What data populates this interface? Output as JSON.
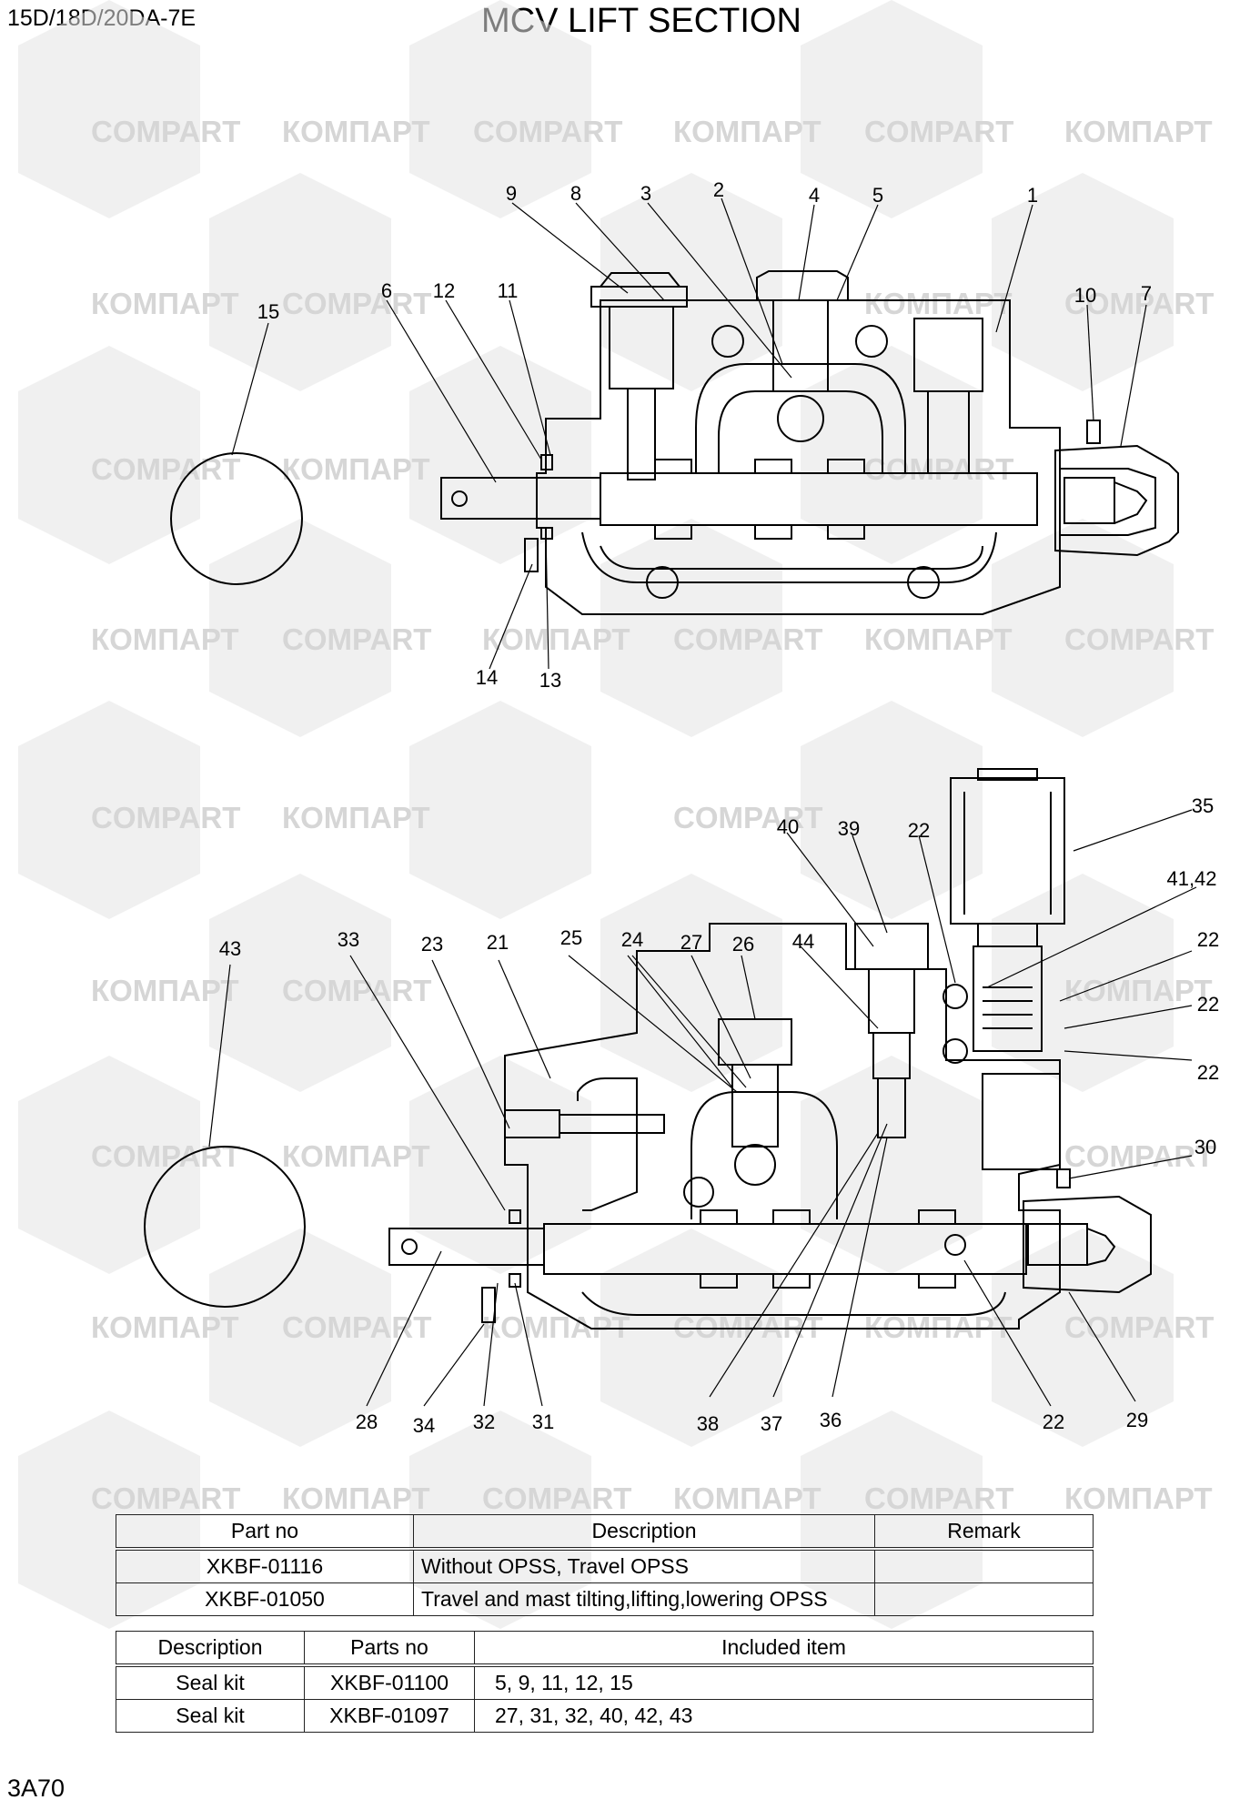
{
  "header": {
    "model": "15D/18D/20DA-7E",
    "title": "MCV LIFT SECTION"
  },
  "footer": {
    "page_code": "3A70"
  },
  "watermark": {
    "text_cyr": "КОМПАРТ",
    "text_lat": "COMPART",
    "color": "#d6d6d6"
  },
  "callouts": [
    "1",
    "2",
    "3",
    "4",
    "5",
    "6",
    "7",
    "8",
    "9",
    "10",
    "11",
    "12",
    "13",
    "14",
    "15",
    "21",
    "22",
    "23",
    "24",
    "25",
    "26",
    "27",
    "28",
    "29",
    "30",
    "31",
    "32",
    "33",
    "34",
    "35",
    "36",
    "37",
    "38",
    "39",
    "40",
    "41,42",
    "43",
    "44"
  ],
  "parts_table": {
    "headers": [
      "Part no",
      "Description",
      "Remark"
    ],
    "rows": [
      {
        "part_no": "XKBF-01116",
        "description": "Without OPSS, Travel OPSS",
        "remark": ""
      },
      {
        "part_no": "XKBF-01050",
        "description": "Travel and mast tilting,lifting,lowering OPSS",
        "remark": ""
      }
    ]
  },
  "kit_table": {
    "headers": [
      "Description",
      "Parts no",
      "Included item"
    ],
    "rows": [
      {
        "description": "Seal kit",
        "parts_no": "XKBF-01100",
        "included": "5, 9, 11, 12, 15"
      },
      {
        "description": "Seal kit",
        "parts_no": "XKBF-01097",
        "included": "27, 31, 32, 40, 42, 43"
      }
    ]
  }
}
